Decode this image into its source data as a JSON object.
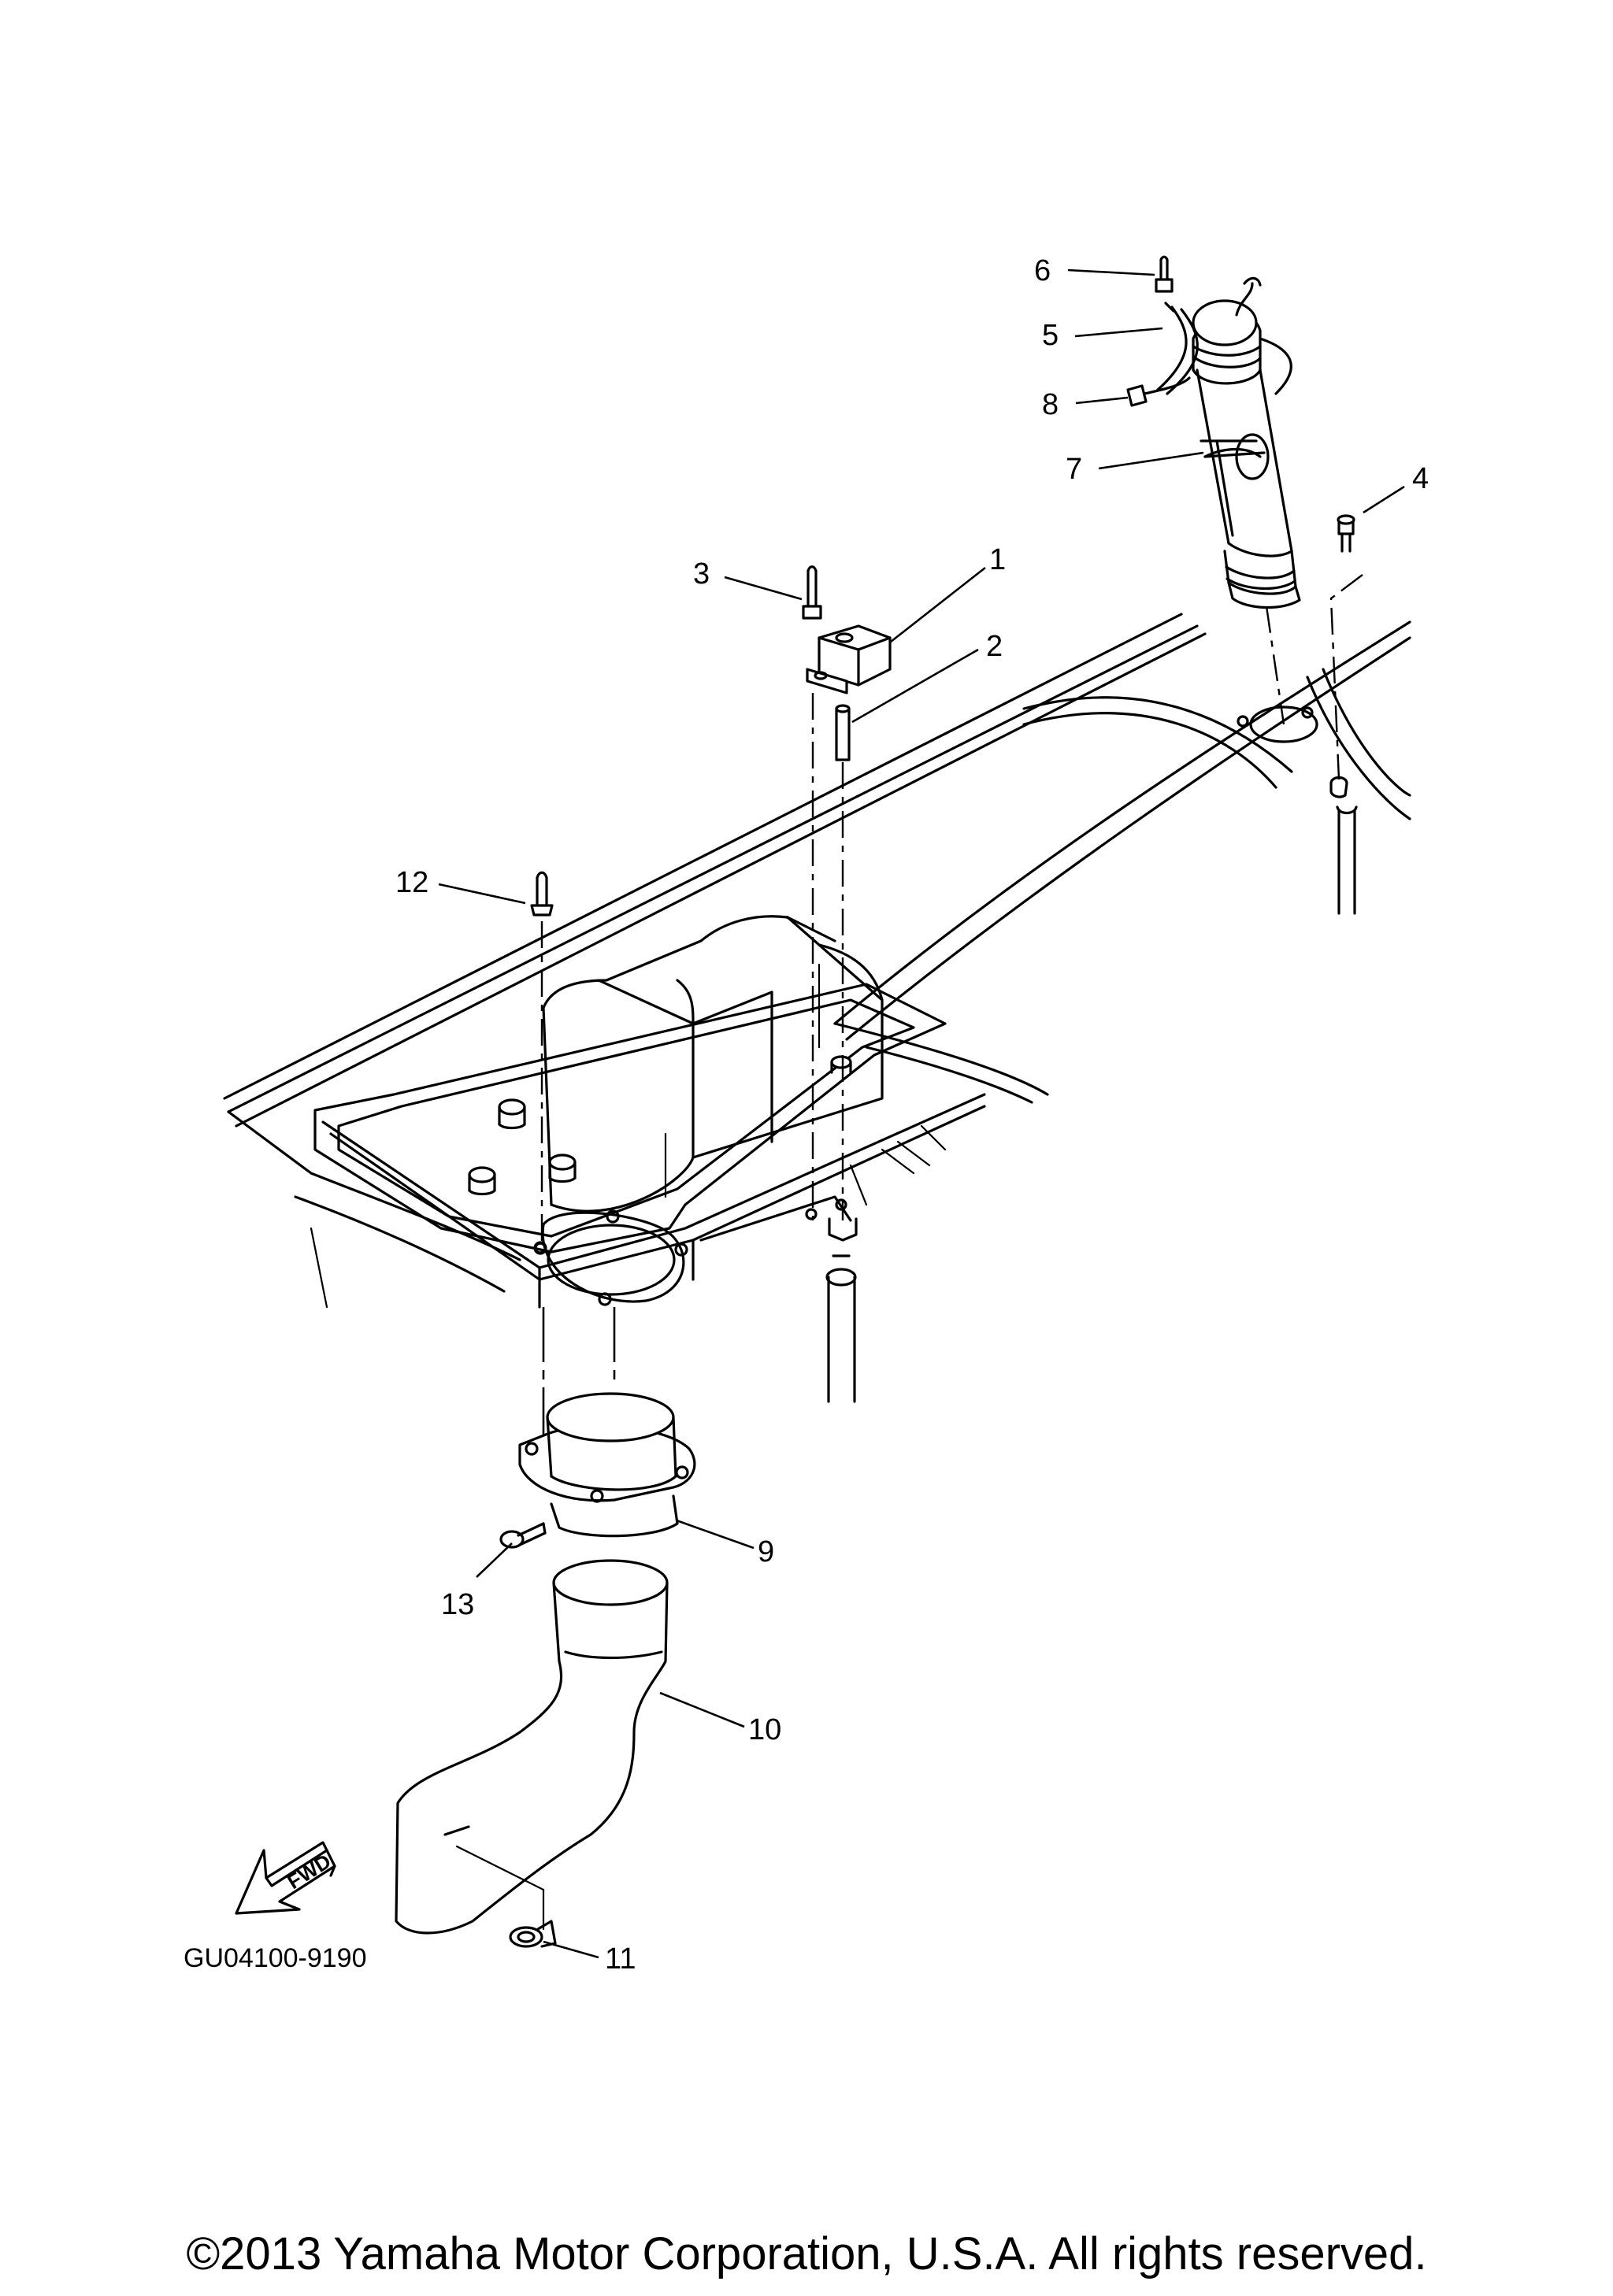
{
  "diagram": {
    "callouts": [
      {
        "id": "c1",
        "label": "1"
      },
      {
        "id": "c2",
        "label": "2"
      },
      {
        "id": "c3",
        "label": "3"
      },
      {
        "id": "c4",
        "label": "4"
      },
      {
        "id": "c5",
        "label": "5"
      },
      {
        "id": "c6",
        "label": "6"
      },
      {
        "id": "c7",
        "label": "7"
      },
      {
        "id": "c8",
        "label": "8"
      },
      {
        "id": "c9",
        "label": "9"
      },
      {
        "id": "c10",
        "label": "10"
      },
      {
        "id": "c11",
        "label": "11"
      },
      {
        "id": "c12",
        "label": "12"
      },
      {
        "id": "c13",
        "label": "13"
      }
    ],
    "direction_marker": "FWD",
    "drawing_code": "GU04100-9190",
    "copyright": "©2013 Yamaha Motor Corporation, U.S.A. All rights reserved."
  }
}
